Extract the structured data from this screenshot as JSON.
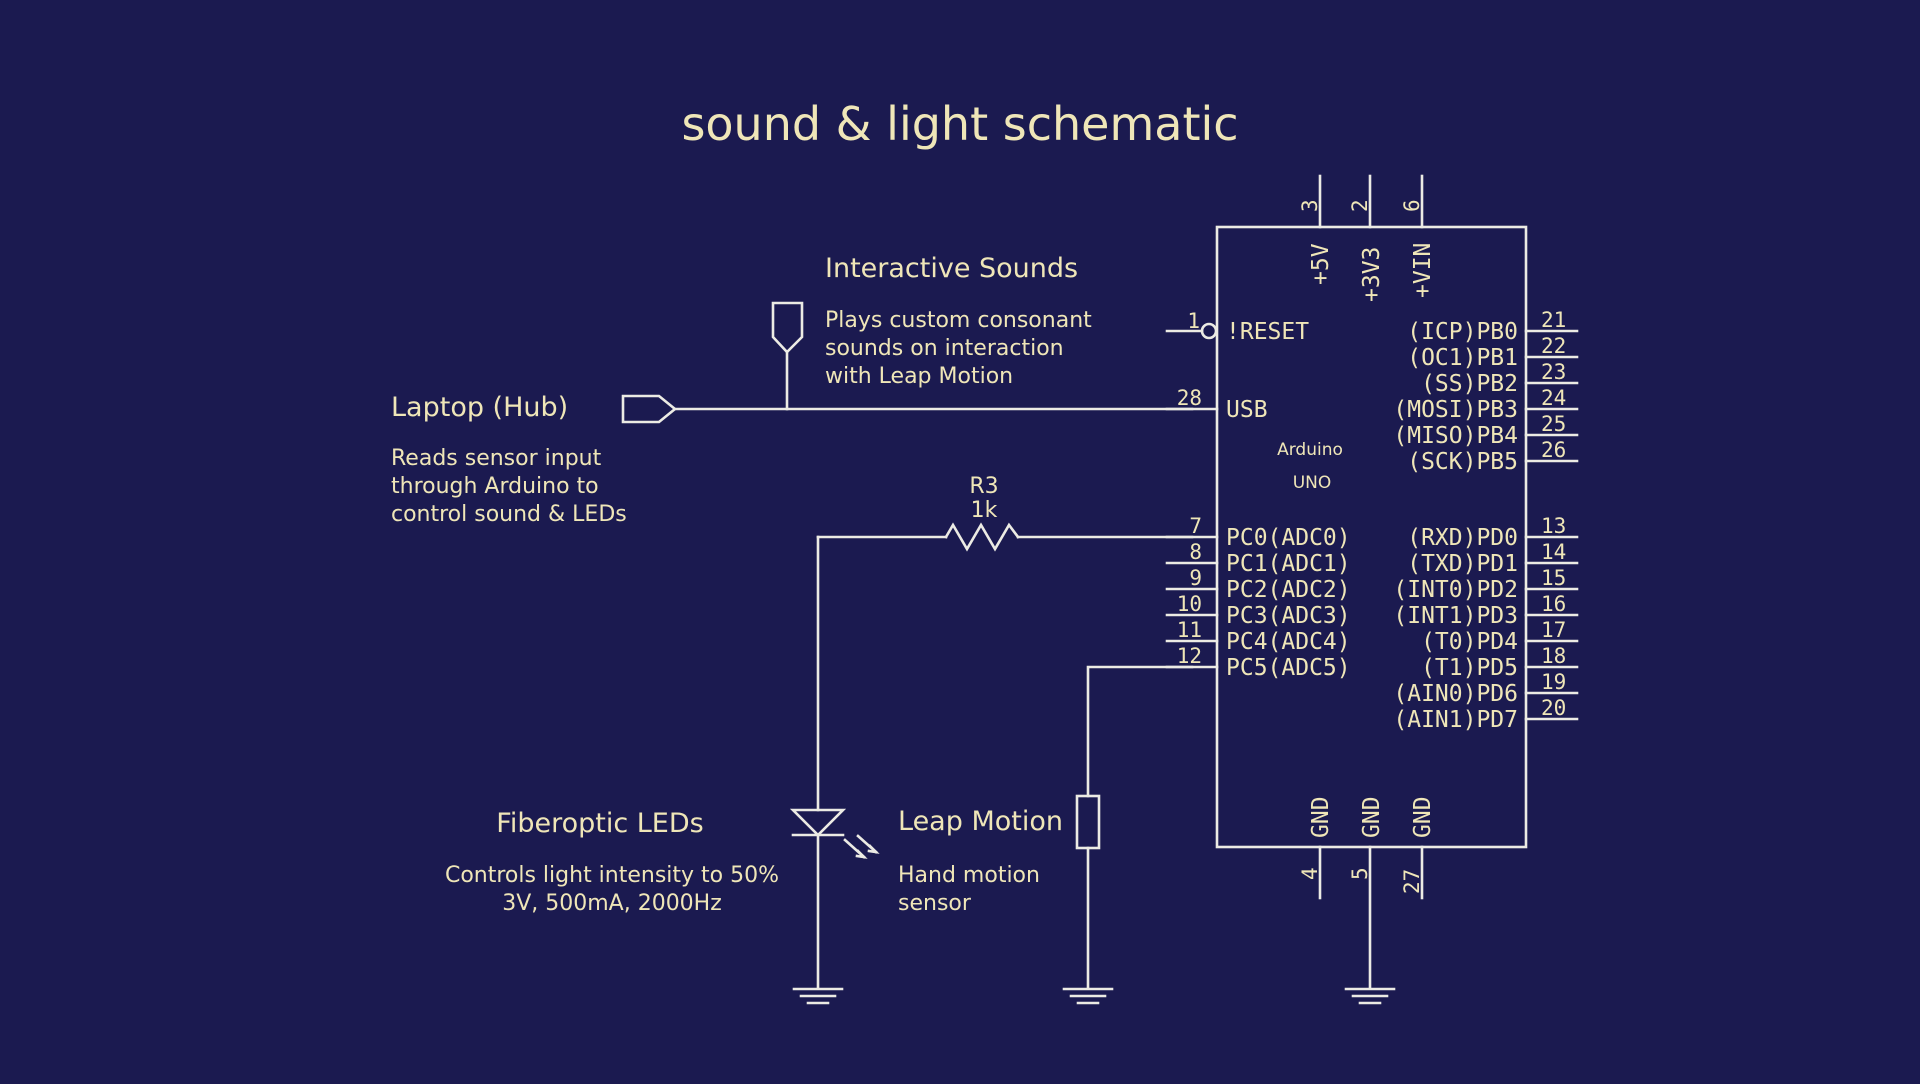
{
  "title": "sound & light schematic",
  "colors": {
    "background": "#1b1a50",
    "wire": "#ecebe4",
    "text": "#efe6b8"
  },
  "labels": {
    "laptop": {
      "heading": "Laptop (Hub)",
      "lines": [
        "Reads sensor input",
        "through Arduino to",
        "control sound & LEDs"
      ]
    },
    "sounds": {
      "heading": "Interactive Sounds",
      "lines": [
        "Plays custom consonant",
        "sounds on interaction",
        "with Leap Motion"
      ]
    },
    "leds": {
      "heading": "Fiberoptic LEDs",
      "lines": [
        "Controls light intensity to 50%",
        "3V, 500mA, 2000Hz"
      ]
    },
    "leap": {
      "heading": "Leap Motion",
      "lines": [
        "Hand motion",
        "sensor"
      ]
    }
  },
  "resistor": {
    "ref": "R3",
    "value": "1k"
  },
  "arduino": {
    "name_line1": "Arduino",
    "name_line2": "UNO",
    "top_pins": [
      {
        "num": "3",
        "name": "+5V"
      },
      {
        "num": "2",
        "name": "+3V3"
      },
      {
        "num": "6",
        "name": "+VIN"
      }
    ],
    "bottom_pins": [
      {
        "num": "4",
        "name": "GND"
      },
      {
        "num": "5",
        "name": "GND"
      },
      {
        "num": "27",
        "name": "GND"
      }
    ],
    "left_pins": [
      {
        "num": "1",
        "name": "!RESET"
      },
      {
        "num": "28",
        "name": "USB"
      },
      {
        "num": "7",
        "name": "PC0(ADC0)"
      },
      {
        "num": "8",
        "name": "PC1(ADC1)"
      },
      {
        "num": "9",
        "name": "PC2(ADC2)"
      },
      {
        "num": "10",
        "name": "PC3(ADC3)"
      },
      {
        "num": "11",
        "name": "PC4(ADC4)"
      },
      {
        "num": "12",
        "name": "PC5(ADC5)"
      }
    ],
    "right_pins": [
      {
        "num": "21",
        "name": "(ICP)PB0"
      },
      {
        "num": "22",
        "name": "(OC1)PB1"
      },
      {
        "num": "23",
        "name": "(SS)PB2"
      },
      {
        "num": "24",
        "name": "(MOSI)PB3"
      },
      {
        "num": "25",
        "name": "(MISO)PB4"
      },
      {
        "num": "26",
        "name": "(SCK)PB5"
      },
      {
        "num": "13",
        "name": "(RXD)PD0"
      },
      {
        "num": "14",
        "name": "(TXD)PD1"
      },
      {
        "num": "15",
        "name": "(INT0)PD2"
      },
      {
        "num": "16",
        "name": "(INT1)PD3"
      },
      {
        "num": "17",
        "name": "(T0)PD4"
      },
      {
        "num": "18",
        "name": "(T1)PD5"
      },
      {
        "num": "19",
        "name": "(AIN0)PD6"
      },
      {
        "num": "20",
        "name": "(AIN1)PD7"
      }
    ]
  }
}
